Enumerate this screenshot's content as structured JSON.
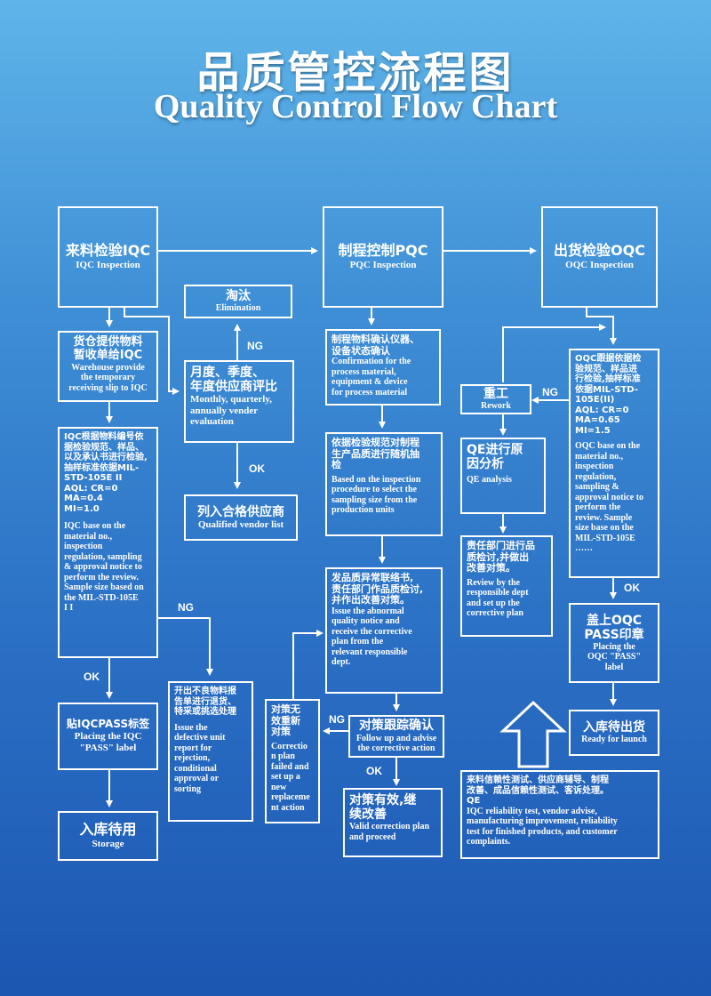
{
  "title": {
    "cn": "品质管控流程图",
    "en": "Quality Control Flow Chart"
  },
  "nodes": {
    "iqc": {
      "cn": "来料检验IQC",
      "en": "IQC Inspection"
    },
    "pqc": {
      "cn": "制程控制PQC",
      "en": "PQC Inspection"
    },
    "oqc": {
      "cn": "出货检验OQC",
      "en": "OQC Inspection"
    },
    "elimination": {
      "cn": "淘汰",
      "en": "Elimination"
    },
    "warehouse_slip": {
      "cn": "货仓提供物料\n暂收单给IQC",
      "en": "Warehouse provide\nthe temporary\nreceiving slip to IQC"
    },
    "vendor_eval": {
      "cn": "月度、季度、\n年度供应商评比",
      "en": "Monthly, quarterly,\nannually vender\nevaluation"
    },
    "qualified_vendor": {
      "cn": "列入合格供应商",
      "en": "Qualified vendor list"
    },
    "iqc_standard": {
      "cn": "IQC根据物料编号依\n据检验规范、样品、\n以及承认书进行检验,\n抽样标准依据MIL-\nSTD-105E II\nAQL: CR=0\nMA=0.4\nMI=1.0",
      "en": "IQC base on the\nmaterial no.,\ninspection\nregulation, sampling\n& approval notice to\nperform the review.\nSample size based on\nthe MIL-STD-105E\nI I"
    },
    "pqc_confirm": {
      "cn": "制程物料确认仪器、\n设备状态确认",
      "en": "Confirmation for the\nprocess material,\nequipment & device\nfor process material"
    },
    "pqc_sampling": {
      "cn": "依据检验规范对制程\n生产品质进行随机抽\n检",
      "en": "Based on the inspection\nprocedure to select the\nsampling size from the\nproduction units"
    },
    "abnormal_notice": {
      "cn": "发品质异常联络书,\n责任部门作品质检讨,\n并作出改善对策。",
      "en": "Issue the abnormal\nquality notice and\nreceive the corrective\nplan from the\nrelevant responsible\ndept."
    },
    "follow_up": {
      "cn": "对策跟踪确认",
      "en": "Follow up and advise\nthe corrective action"
    },
    "correction_failed": {
      "cn": "对策无\n效重新\n对策",
      "en": "Correctio\nn plan\nfailed and\nset up a\nnew\nreplaceme\nnt action"
    },
    "valid_correction": {
      "cn": "对策有效,继\n续改善",
      "en": "Valid correction plan\nand proceed"
    },
    "rework": {
      "cn": "重工",
      "en": "Rework"
    },
    "qe_analysis": {
      "cn": "QE进行原\n因分析",
      "en": "QE analysis"
    },
    "responsible_review": {
      "cn": "责任部门进行品\n质检讨,并做出\n改善对策。",
      "en": "Review by the\nresponsible dept\nand set up the\ncorrective plan"
    },
    "oqc_standard": {
      "cn": "OQC跟据依据检\n验规范、样品进\n行检验,抽样标准\n依据MIL-STD-\n105E(II)\nAQL: CR=0\nMA=0.65\nMI=1.5",
      "en": "OQC base on the\nmaterial no.,\ninspection\nregulation,\nsampling &\napproval notice to\nperform the\nreview. Sample\nsize base on the\nMIL-STD-105E\n……"
    },
    "oqc_pass": {
      "cn": "盖上OQC\nPASS印章",
      "en": "Placing the\nOQC \"PASS\"\nlabel"
    },
    "ready_launch": {
      "cn": "入库待出货",
      "en": "Ready for launch"
    },
    "iqc_pass": {
      "cn": "贴IQCPASS标签",
      "en": "Placing the IQC\n\"PASS\" label"
    },
    "storage": {
      "cn": "入库待用",
      "en": "Storage"
    },
    "defective_report": {
      "cn": "开出不良物料报\n告单进行退货、\n特采或挑选处理",
      "en": "Issue the\ndefective unit\nreport for\nrejection,\nconditional\napproval or\nsorting"
    },
    "qe_reliability": {
      "cn": "来料信赖性测试、供应商辅导、制程\n改善、成品信赖性测试、客诉处理。\nQE",
      "en": "IQC reliability test, vendor advise,\nmanufacturing improvement, reliability\ntest for finished products, and customer\ncomplaints."
    }
  },
  "labels": {
    "ng": "NG",
    "ok": "OK"
  },
  "colors": {
    "background_top": "#5fb5e9",
    "background_bottom": "#1c57b2",
    "line": "#ffffff"
  }
}
